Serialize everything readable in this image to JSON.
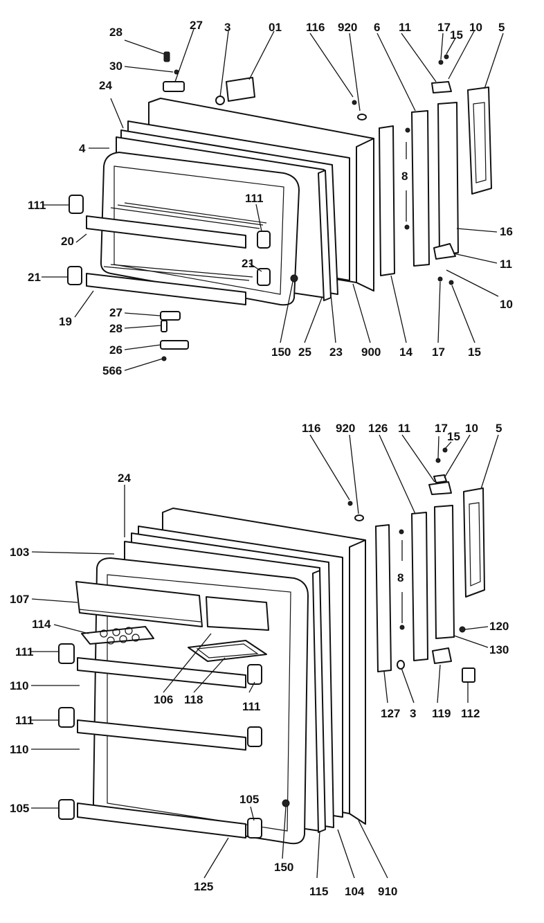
{
  "upper_callouts": [
    "28",
    "27",
    "3",
    "01",
    "116",
    "920",
    "6",
    "11",
    "17",
    "15",
    "10",
    "5",
    "30",
    "24",
    "4",
    "111",
    "111",
    "20",
    "21",
    "21",
    "19",
    "27",
    "28",
    "26",
    "566",
    "150",
    "25",
    "23",
    "900",
    "14",
    "17",
    "15",
    "8",
    "16",
    "11",
    "10"
  ],
  "lower_callouts": [
    "116",
    "920",
    "126",
    "11",
    "17",
    "15",
    "10",
    "5",
    "24",
    "103",
    "107",
    "114",
    "111",
    "110",
    "111",
    "110",
    "105",
    "105",
    "106",
    "118",
    "111",
    "150",
    "125",
    "115",
    "104",
    "910",
    "8",
    "127",
    "3",
    "119",
    "112",
    "120",
    "130"
  ]
}
